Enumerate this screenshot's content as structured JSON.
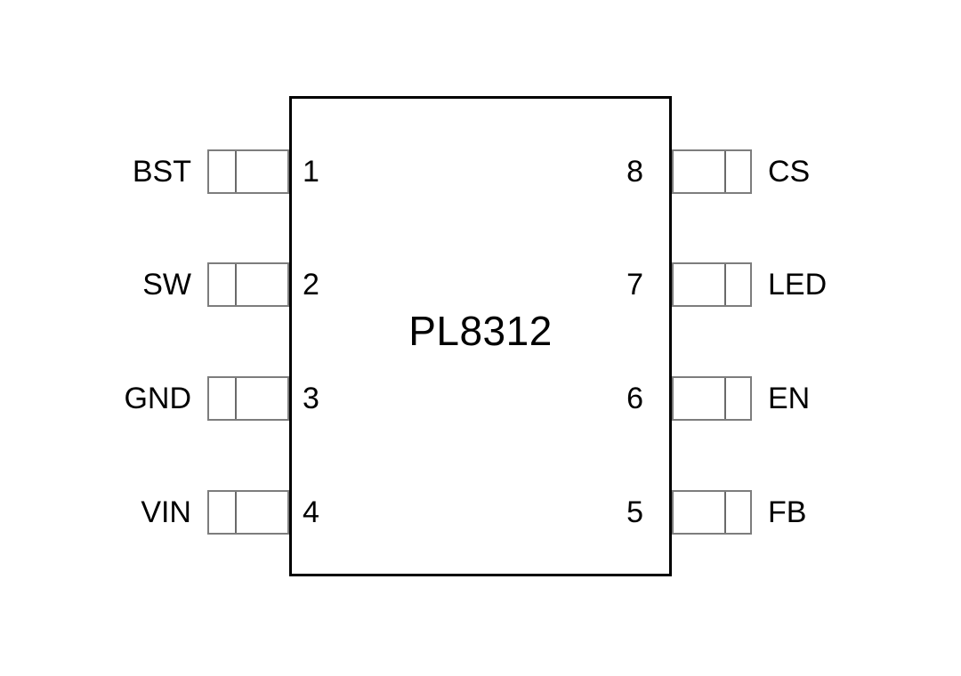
{
  "diagram": {
    "chip_title": "PL8312",
    "left_pins": [
      {
        "number": "1",
        "label": "BST"
      },
      {
        "number": "2",
        "label": "SW"
      },
      {
        "number": "3",
        "label": "GND"
      },
      {
        "number": "4",
        "label": "VIN"
      }
    ],
    "right_pins": [
      {
        "number": "8",
        "label": "CS"
      },
      {
        "number": "7",
        "label": "LED"
      },
      {
        "number": "6",
        "label": "EN"
      },
      {
        "number": "5",
        "label": "FB"
      }
    ],
    "colors": {
      "background": "#ffffff",
      "chip_border": "#000000",
      "pin_border": "#7d7d7d",
      "text": "#000000"
    }
  }
}
